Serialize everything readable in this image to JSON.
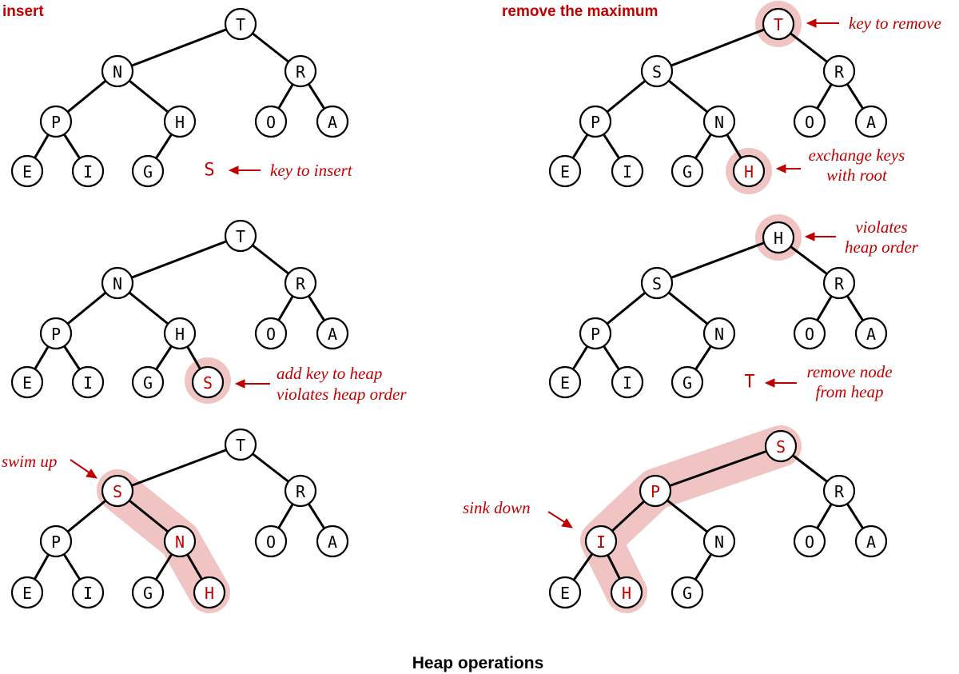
{
  "colors": {
    "accent": "#c00000",
    "highlight": "#f1c4c4",
    "ink": "#000000"
  },
  "titles": {
    "insert": "insert",
    "remove_max": "remove the maximum"
  },
  "caption": "Heap operations",
  "panels": [
    {
      "id": "insert-step1",
      "nodes": [
        {
          "id": "T",
          "label": "T"
        },
        {
          "id": "N",
          "label": "N"
        },
        {
          "id": "R",
          "label": "R"
        },
        {
          "id": "P",
          "label": "P"
        },
        {
          "id": "H",
          "label": "H"
        },
        {
          "id": "O",
          "label": "O"
        },
        {
          "id": "A",
          "label": "A"
        },
        {
          "id": "E",
          "label": "E"
        },
        {
          "id": "I",
          "label": "I"
        },
        {
          "id": "G",
          "label": "G"
        }
      ],
      "edges": [
        [
          "T",
          "N"
        ],
        [
          "T",
          "R"
        ],
        [
          "N",
          "P"
        ],
        [
          "N",
          "H"
        ],
        [
          "R",
          "O"
        ],
        [
          "R",
          "A"
        ],
        [
          "P",
          "E"
        ],
        [
          "P",
          "I"
        ],
        [
          "H",
          "G"
        ]
      ],
      "loose_key": "S",
      "annotation": [
        "key to insert"
      ]
    },
    {
      "id": "insert-step2",
      "nodes": [
        {
          "id": "T",
          "label": "T"
        },
        {
          "id": "N",
          "label": "N"
        },
        {
          "id": "R",
          "label": "R"
        },
        {
          "id": "P",
          "label": "P"
        },
        {
          "id": "H",
          "label": "H"
        },
        {
          "id": "O",
          "label": "O"
        },
        {
          "id": "A",
          "label": "A"
        },
        {
          "id": "E",
          "label": "E"
        },
        {
          "id": "I",
          "label": "I"
        },
        {
          "id": "G",
          "label": "G"
        },
        {
          "id": "S",
          "label": "S",
          "red": true
        }
      ],
      "edges": [
        [
          "T",
          "N"
        ],
        [
          "T",
          "R"
        ],
        [
          "N",
          "P"
        ],
        [
          "N",
          "H"
        ],
        [
          "R",
          "O"
        ],
        [
          "R",
          "A"
        ],
        [
          "P",
          "E"
        ],
        [
          "P",
          "I"
        ],
        [
          "H",
          "G"
        ],
        [
          "H",
          "S"
        ]
      ],
      "annotation": [
        "add key to heap",
        "violates heap order"
      ]
    },
    {
      "id": "insert-step3",
      "nodes": [
        {
          "id": "T",
          "label": "T"
        },
        {
          "id": "S",
          "label": "S",
          "red": true
        },
        {
          "id": "R",
          "label": "R"
        },
        {
          "id": "P",
          "label": "P"
        },
        {
          "id": "N",
          "label": "N",
          "red": true
        },
        {
          "id": "O",
          "label": "O"
        },
        {
          "id": "A",
          "label": "A"
        },
        {
          "id": "E",
          "label": "E"
        },
        {
          "id": "I",
          "label": "I"
        },
        {
          "id": "G",
          "label": "G"
        },
        {
          "id": "H",
          "label": "H",
          "red": true
        }
      ],
      "edges": [
        [
          "T",
          "S"
        ],
        [
          "T",
          "R"
        ],
        [
          "S",
          "P"
        ],
        [
          "S",
          "N"
        ],
        [
          "R",
          "O"
        ],
        [
          "R",
          "A"
        ],
        [
          "P",
          "E"
        ],
        [
          "P",
          "I"
        ],
        [
          "N",
          "G"
        ],
        [
          "N",
          "H"
        ]
      ],
      "annotation": [
        "swim up"
      ]
    },
    {
      "id": "remove-step1",
      "nodes": [
        {
          "id": "T",
          "label": "T",
          "red": true
        },
        {
          "id": "S",
          "label": "S"
        },
        {
          "id": "R",
          "label": "R"
        },
        {
          "id": "P",
          "label": "P"
        },
        {
          "id": "N",
          "label": "N"
        },
        {
          "id": "O",
          "label": "O"
        },
        {
          "id": "A",
          "label": "A"
        },
        {
          "id": "E",
          "label": "E"
        },
        {
          "id": "I",
          "label": "I"
        },
        {
          "id": "G",
          "label": "G"
        },
        {
          "id": "H",
          "label": "H",
          "red": true
        }
      ],
      "edges": [
        [
          "T",
          "S"
        ],
        [
          "T",
          "R"
        ],
        [
          "S",
          "P"
        ],
        [
          "S",
          "N"
        ],
        [
          "R",
          "O"
        ],
        [
          "R",
          "A"
        ],
        [
          "P",
          "E"
        ],
        [
          "P",
          "I"
        ],
        [
          "N",
          "G"
        ],
        [
          "N",
          "H"
        ]
      ],
      "annotation_top": [
        "key to remove"
      ],
      "annotation_bottom": [
        "exchange keys",
        "with root"
      ]
    },
    {
      "id": "remove-step2",
      "nodes": [
        {
          "id": "H",
          "label": "H"
        },
        {
          "id": "S",
          "label": "S"
        },
        {
          "id": "R",
          "label": "R"
        },
        {
          "id": "P",
          "label": "P"
        },
        {
          "id": "N",
          "label": "N"
        },
        {
          "id": "O",
          "label": "O"
        },
        {
          "id": "A",
          "label": "A"
        },
        {
          "id": "E",
          "label": "E"
        },
        {
          "id": "I",
          "label": "I"
        },
        {
          "id": "G",
          "label": "G"
        }
      ],
      "edges": [
        [
          "H",
          "S"
        ],
        [
          "H",
          "R"
        ],
        [
          "S",
          "P"
        ],
        [
          "S",
          "N"
        ],
        [
          "R",
          "O"
        ],
        [
          "R",
          "A"
        ],
        [
          "P",
          "E"
        ],
        [
          "P",
          "I"
        ],
        [
          "N",
          "G"
        ]
      ],
      "loose_key": "T",
      "annotation_top": [
        "violates",
        "heap order"
      ],
      "annotation_bottom": [
        "remove node",
        "from heap"
      ]
    },
    {
      "id": "remove-step3",
      "nodes": [
        {
          "id": "S",
          "label": "S",
          "red": true
        },
        {
          "id": "P",
          "label": "P",
          "red": true
        },
        {
          "id": "R",
          "label": "R"
        },
        {
          "id": "I",
          "label": "I",
          "red": true
        },
        {
          "id": "N",
          "label": "N"
        },
        {
          "id": "O",
          "label": "O"
        },
        {
          "id": "A",
          "label": "A"
        },
        {
          "id": "E",
          "label": "E"
        },
        {
          "id": "H",
          "label": "H",
          "red": true
        },
        {
          "id": "G",
          "label": "G"
        }
      ],
      "edges": [
        [
          "S",
          "P"
        ],
        [
          "S",
          "R"
        ],
        [
          "P",
          "I"
        ],
        [
          "P",
          "N"
        ],
        [
          "R",
          "O"
        ],
        [
          "R",
          "A"
        ],
        [
          "I",
          "E"
        ],
        [
          "I",
          "H"
        ],
        [
          "N",
          "G"
        ]
      ],
      "annotation": [
        "sink down"
      ]
    }
  ]
}
